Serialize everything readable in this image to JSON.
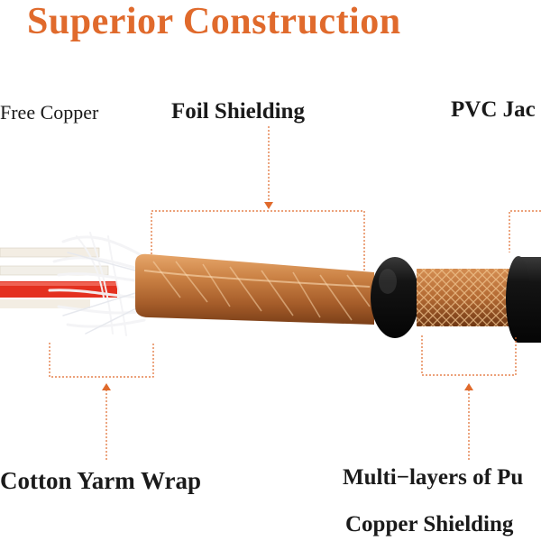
{
  "title": "Superior Construction",
  "labels": {
    "copper": "Free Copper",
    "foil": "Foil Shielding",
    "pvc": "PVC Jac",
    "cotton": "Cotton Yarm Wrap",
    "multi": "Multi−layers of Pu",
    "copper_shielding": "Copper Shielding"
  },
  "colors": {
    "title": "#e06a2c",
    "callout": "#e06a2c",
    "copper_foil": "#c97a3e",
    "jacket": "#1a1a1a",
    "wire_red": "#e4301f"
  }
}
